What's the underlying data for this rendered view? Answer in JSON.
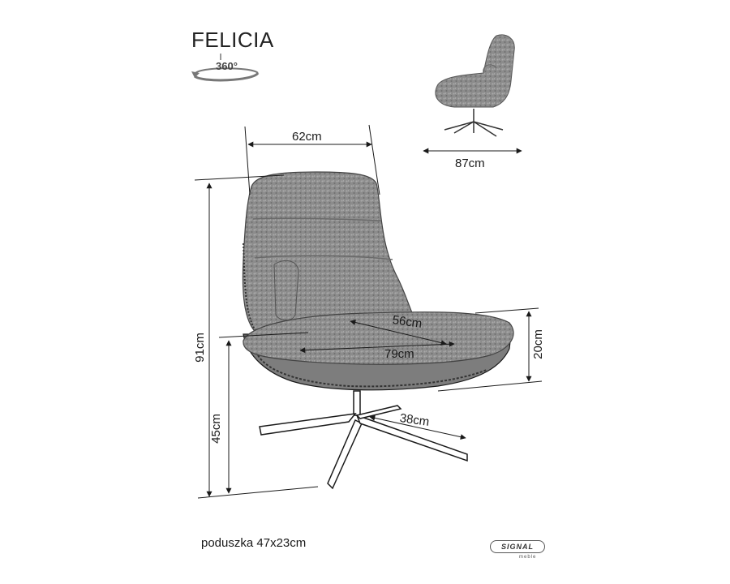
{
  "product": {
    "name": "FELICIA",
    "rotation_label": "360°"
  },
  "dimensions": {
    "width": "62cm",
    "side_depth": "87cm",
    "seat_depth": "56cm",
    "total_depth": "79cm",
    "height": "91cm",
    "seat_height": "45cm",
    "cushion_thickness": "20cm",
    "base_leg": "38cm"
  },
  "note": "poduszka 47x23cm",
  "brand": {
    "name": "SIGNAL",
    "sub": "meble"
  },
  "colors": {
    "upholstery": "#8a8a8a",
    "upholstery_dark": "#6e6e6e",
    "line": "#1a1a1a",
    "base": "#ffffff"
  }
}
